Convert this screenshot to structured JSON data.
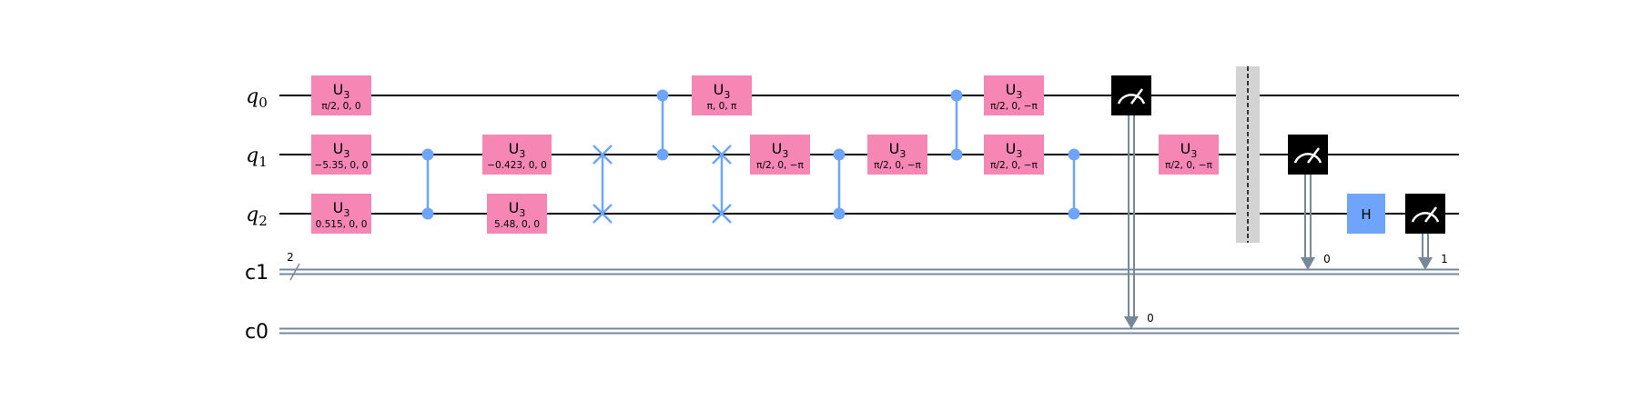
{
  "circuit": {
    "qubits": [
      {
        "name": "q",
        "index": "0"
      },
      {
        "name": "q",
        "index": "1"
      },
      {
        "name": "q",
        "index": "2"
      }
    ],
    "clbits": [
      {
        "name": "c1",
        "width_label": "2"
      },
      {
        "name": "c0",
        "width_label": ""
      }
    ],
    "gates": [
      {
        "type": "u3",
        "name": "U",
        "sub": "3",
        "params": "π/2, 0, 0",
        "qubit": 0,
        "col": 0
      },
      {
        "type": "u3",
        "name": "U",
        "sub": "3",
        "params": "−5.35, 0, 0",
        "qubit": 1,
        "col": 0
      },
      {
        "type": "u3",
        "name": "U",
        "sub": "3",
        "params": "0.515, 0, 0",
        "qubit": 2,
        "col": 0
      },
      {
        "type": "cz",
        "qubits": [
          1,
          2
        ],
        "col": 1
      },
      {
        "type": "u3",
        "name": "U",
        "sub": "3",
        "params": "−0.423, 0, 0",
        "qubit": 1,
        "col": 2
      },
      {
        "type": "u3",
        "name": "U",
        "sub": "3",
        "params": "5.48, 0, 0",
        "qubit": 2,
        "col": 2
      },
      {
        "type": "swap",
        "qubits": [
          1,
          2
        ],
        "col": 3
      },
      {
        "type": "cz",
        "qubits": [
          0,
          1
        ],
        "col": 4
      },
      {
        "type": "u3",
        "name": "U",
        "sub": "3",
        "params": "π, 0, π",
        "qubit": 0,
        "col": 5
      },
      {
        "type": "swap",
        "qubits": [
          1,
          2
        ],
        "col": 5
      },
      {
        "type": "u3",
        "name": "U",
        "sub": "3",
        "params": "π/2, 0, −π",
        "qubit": 1,
        "col": 6
      },
      {
        "type": "cz",
        "qubits": [
          1,
          2
        ],
        "col": 7
      },
      {
        "type": "u3",
        "name": "U",
        "sub": "3",
        "params": "π/2, 0, −π",
        "qubit": 1,
        "col": 8
      },
      {
        "type": "cz",
        "qubits": [
          0,
          1
        ],
        "col": 9
      },
      {
        "type": "u3",
        "name": "U",
        "sub": "3",
        "params": "π/2, 0, −π",
        "qubit": 0,
        "col": 10
      },
      {
        "type": "u3",
        "name": "U",
        "sub": "3",
        "params": "π/2, 0, −π",
        "qubit": 1,
        "col": 10
      },
      {
        "type": "cz",
        "qubits": [
          1,
          2
        ],
        "col": 11
      },
      {
        "type": "measure",
        "qubit": 0,
        "clbit": 1,
        "bit_label": "0",
        "col": 12
      },
      {
        "type": "u3",
        "name": "U",
        "sub": "3",
        "params": "π/2, 0, −π",
        "qubit": 1,
        "col": 13
      },
      {
        "type": "barrier",
        "qubits": [
          0,
          1,
          2
        ],
        "col": 14
      },
      {
        "type": "measure",
        "qubit": 1,
        "clbit": 0,
        "bit_label": "0",
        "col": 15
      },
      {
        "type": "h",
        "name": "H",
        "qubit": 2,
        "col": 16
      },
      {
        "type": "measure",
        "qubit": 2,
        "clbit": 0,
        "bit_label": "1",
        "col": 17
      }
    ]
  },
  "colors": {
    "u3": "#f687b4",
    "h": "#6ea5fb",
    "control": "#6ea5fb",
    "measure": "#000000",
    "classical_wire": "#778899",
    "qubit_wire": "#000000",
    "barrier": "#d3d3d3"
  }
}
